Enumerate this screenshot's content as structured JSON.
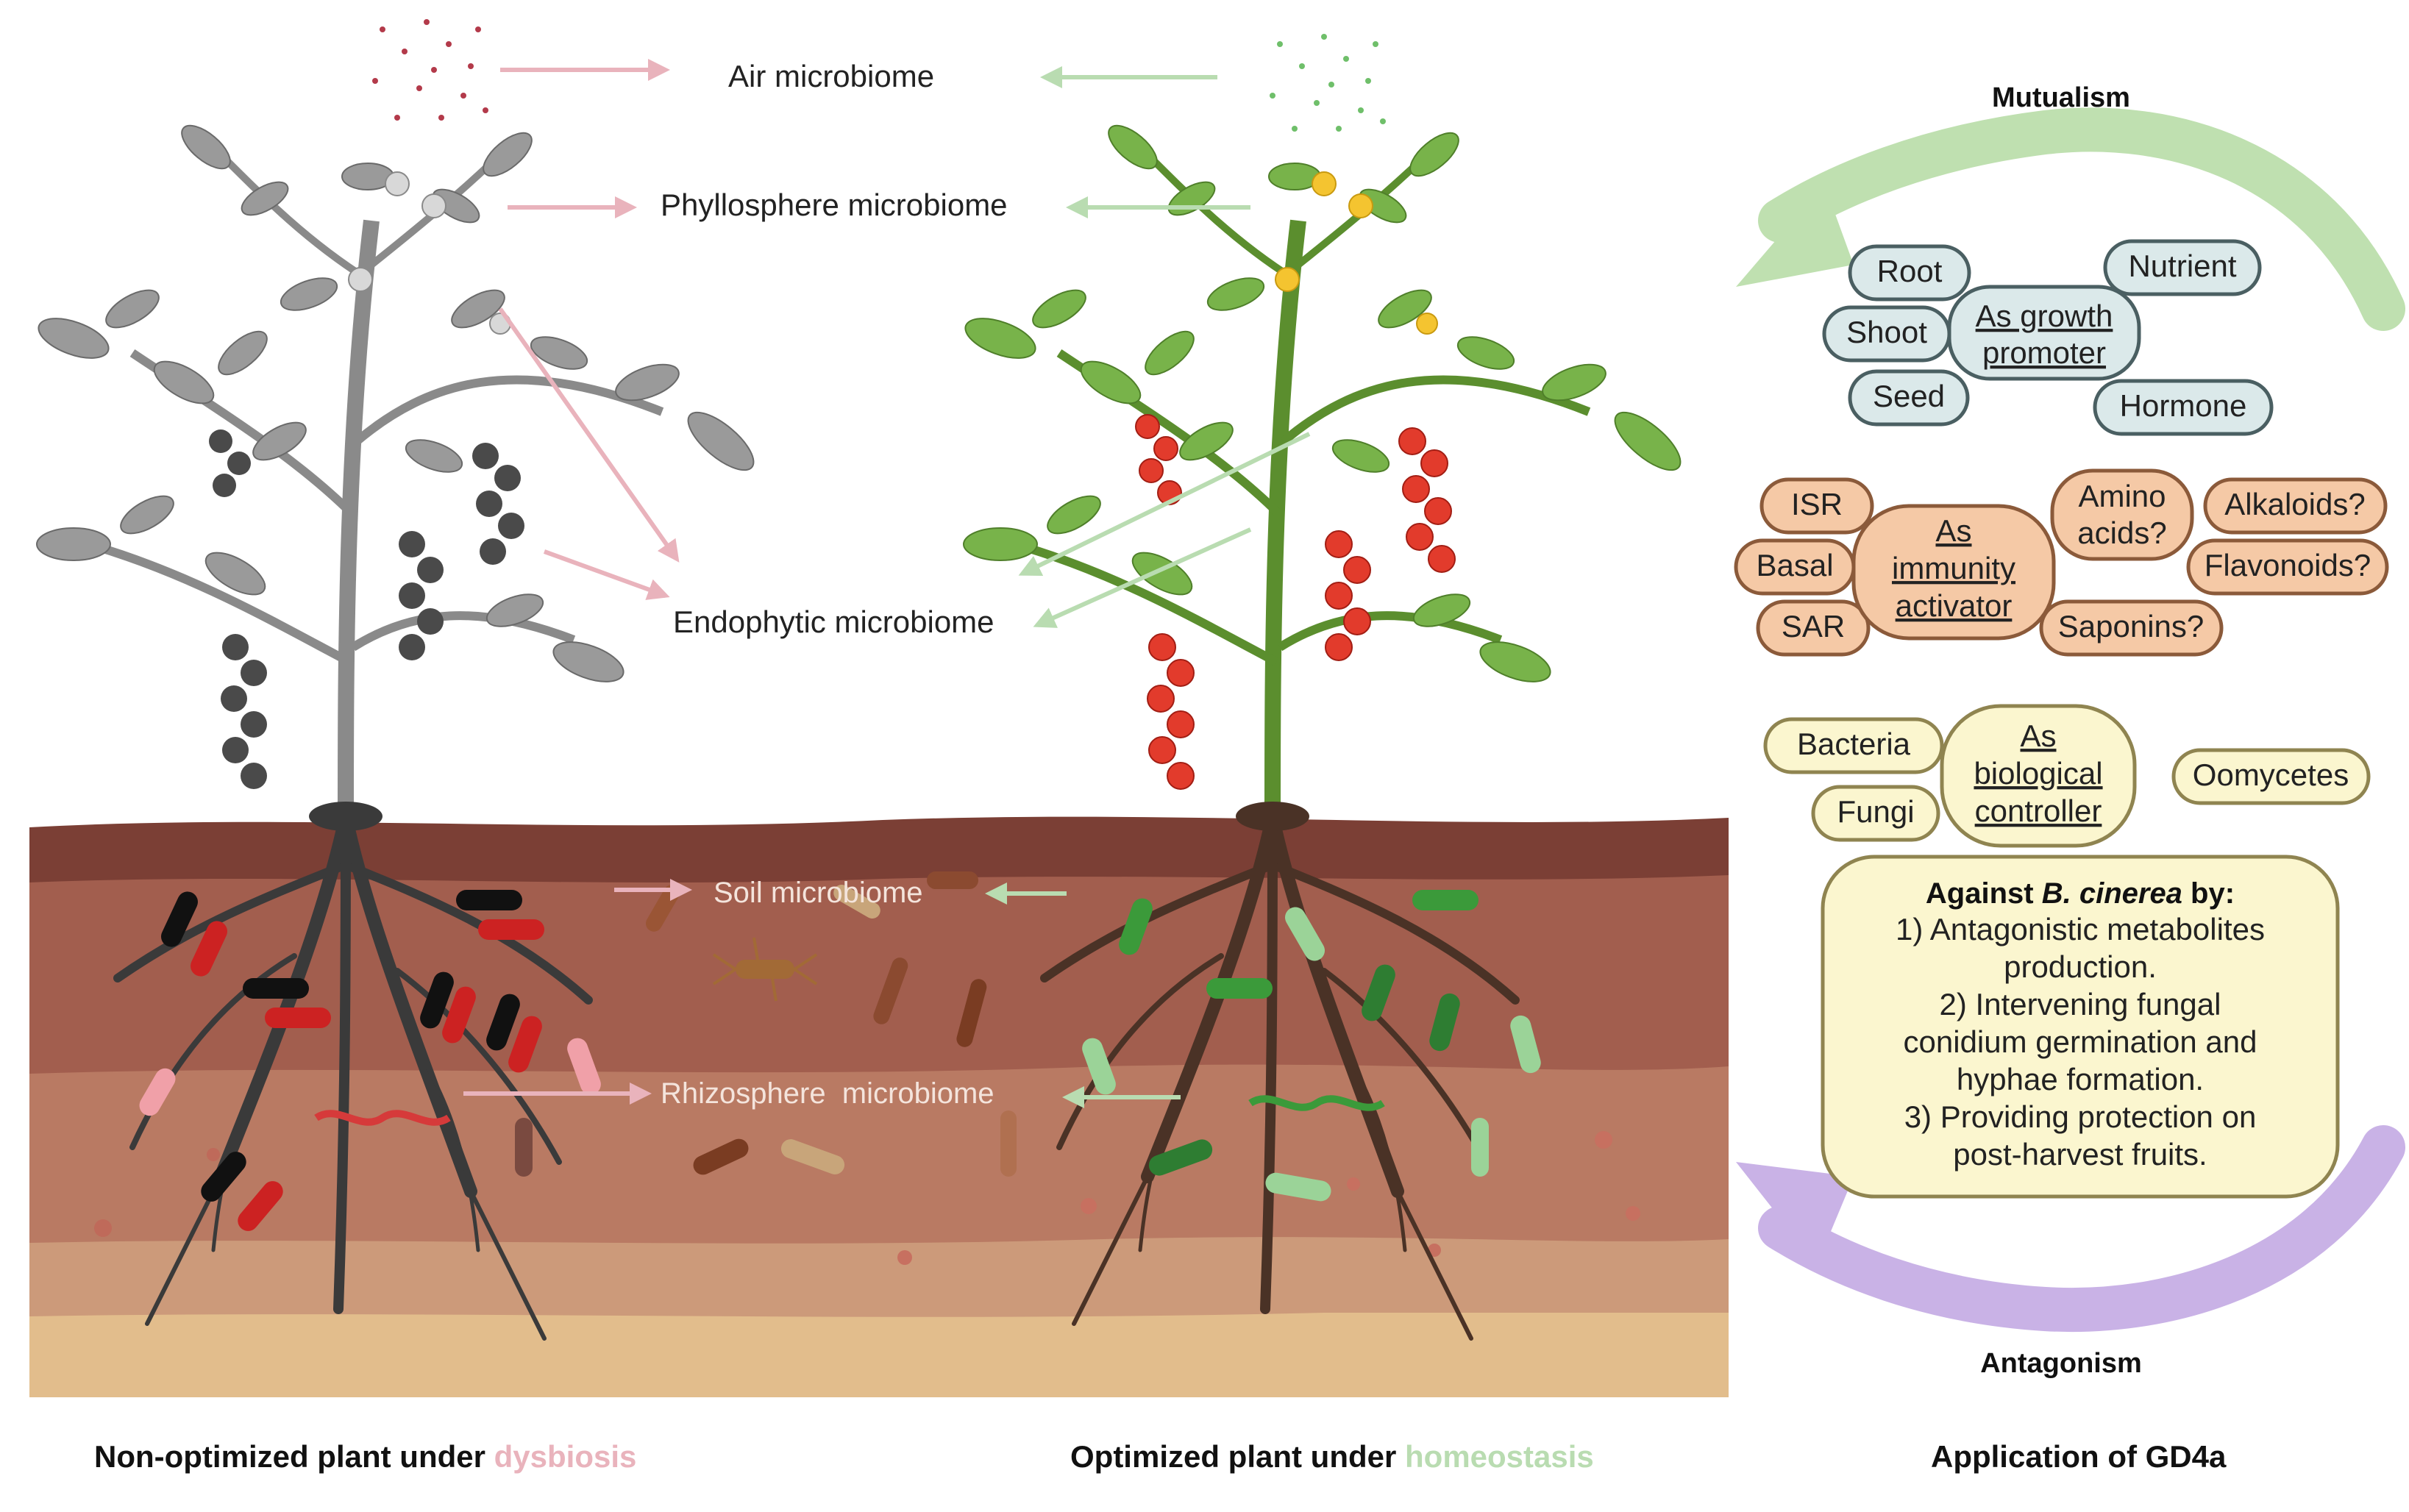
{
  "labels": {
    "air": "Air microbiome",
    "phyllosphere": "Phyllosphere microbiome",
    "endophytic": "Endophytic microbiome",
    "soil": "Soil microbiome",
    "rhizosphere": "Rhizosphere  microbiome"
  },
  "captions": {
    "left_prefix": "Non-optimized plant under ",
    "left_highlight": "dysbiosis",
    "middle_prefix": "Optimized plant under ",
    "middle_highlight": "homeostasis",
    "right": "Application of GD4a"
  },
  "cycle": {
    "top": "Mutualism",
    "bottom": "Antagonism"
  },
  "growth": {
    "center_line1": "As growth",
    "center_line2": "promoter",
    "items": [
      "Root",
      "Nutrient",
      "Shoot",
      "Seed",
      "Hormone"
    ]
  },
  "immunity": {
    "center_line1": "As",
    "center_line2": "immunity",
    "center_line3": "activator",
    "items": [
      "ISR",
      "Basal",
      "SAR"
    ],
    "amino_line1": "Amino",
    "amino_line2": "acids?",
    "extras": [
      "Alkaloids?",
      "Flavonoids?",
      "Saponins?"
    ]
  },
  "biocontrol": {
    "center_line1": "As",
    "center_line2": "biological",
    "center_line3": "controller",
    "items": [
      "Bacteria",
      "Fungi",
      "Oomycetes"
    ]
  },
  "against": {
    "title_prefix": "Against ",
    "title_species": "B. cinerea",
    "title_suffix": " by:",
    "lines": [
      "1) Antagonistic metabolites",
      "production.",
      "2) Intervening fungal",
      "conidium germination and",
      "hyphae formation.",
      "3) Providing protection on",
      "post-harvest fruits."
    ]
  },
  "colors": {
    "dysbiosis": "#e9b3bc",
    "homeostasis": "#b9dcb1",
    "growth_fill": "#dbe9ea",
    "immunity_fill": "#f5c9a6",
    "biocontrol_fill": "#fbf6cf",
    "mutualism_arrow": "#bfe0b0",
    "antagonism_arrow": "#c9b2e6"
  }
}
